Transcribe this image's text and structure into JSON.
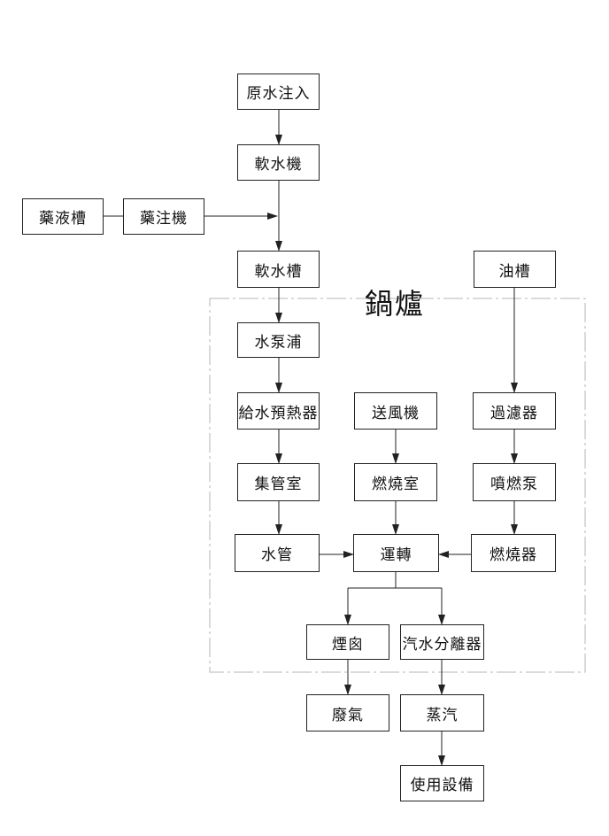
{
  "boiler_label": "鍋爐",
  "nodes": {
    "raw_water": "原水注入",
    "softener": "軟水機",
    "chem_tank": "藥液槽",
    "chem_injector": "藥注機",
    "soft_water_tank": "軟水槽",
    "oil_tank": "油槽",
    "water_pump": "水泵浦",
    "feedwater_preheater": "給水預熱器",
    "blower": "送風機",
    "filter": "過濾器",
    "header": "集管室",
    "combustion_chamber": "燃燒室",
    "fuel_pump": "噴燃泵",
    "water_tube": "水管",
    "operation": "運轉",
    "burner": "燃燒器",
    "chimney": "煙囪",
    "steam_separator": "汽水分離器",
    "exhaust": "廢氣",
    "steam": "蒸汽",
    "equipment": "使用設備"
  }
}
